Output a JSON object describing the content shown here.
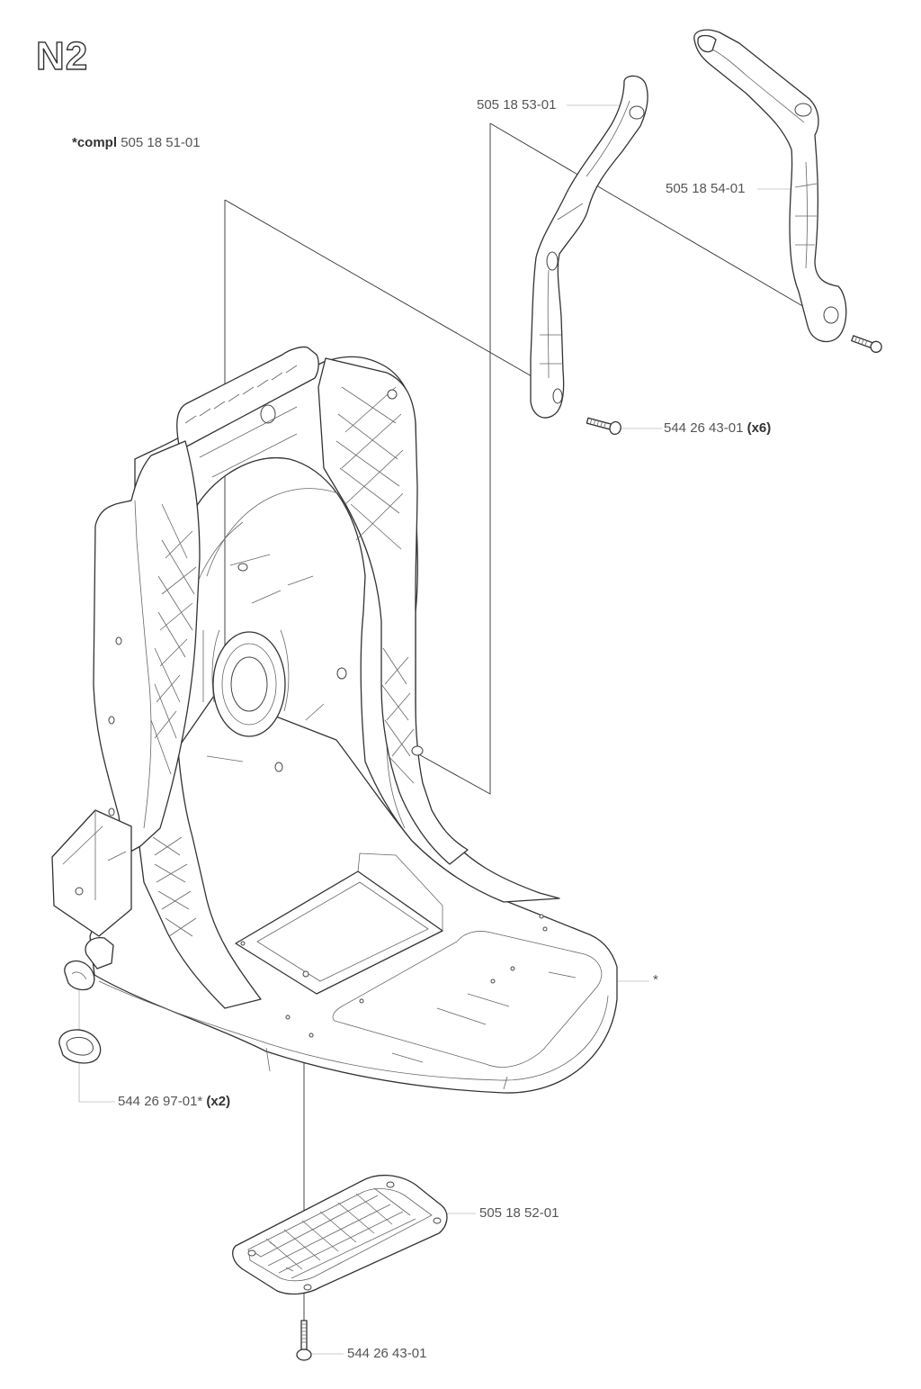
{
  "diagram": {
    "page_code": "N2",
    "compl_note": {
      "prefix": "*compl",
      "number": "505 18 51-01"
    },
    "parts": [
      {
        "id": "strap-left",
        "number": "505 18 53-01",
        "qty": ""
      },
      {
        "id": "strap-right",
        "number": "505 18 54-01",
        "qty": ""
      },
      {
        "id": "screw-straps",
        "number": "544 26 43-01",
        "qty": "(x6)"
      },
      {
        "id": "frame",
        "number": "*",
        "qty": ""
      },
      {
        "id": "ring",
        "number": "544 26 97-01*",
        "qty": "(x2)"
      },
      {
        "id": "grid-plate",
        "number": "505 18 52-01",
        "qty": ""
      },
      {
        "id": "screw-plate",
        "number": "544 26 43-01",
        "qty": ""
      }
    ]
  }
}
